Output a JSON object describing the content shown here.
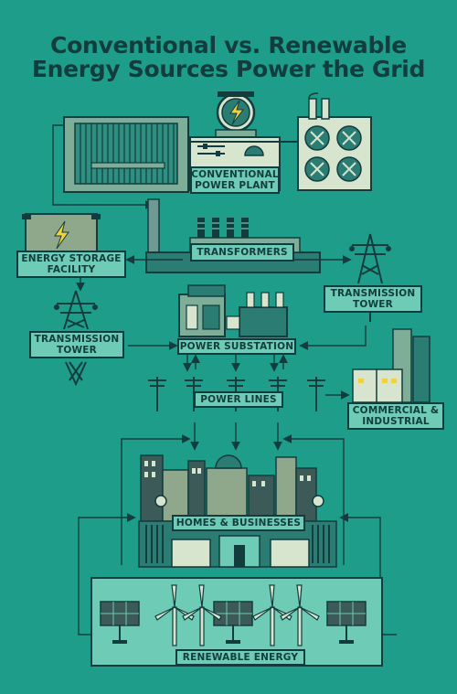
{
  "title": {
    "line1": "Conventional vs. Renewable",
    "line2": "Energy Sources Power the Grid"
  },
  "labels": {
    "conventional_plant": [
      "CONVENTIONAL",
      "POWER PLANT"
    ],
    "energy_storage": [
      "ENERGY STORAGE",
      "FACILITY"
    ],
    "transformers": "TRANSFORMERS",
    "transmission_tower_right": [
      "TRANSMISSION",
      "TOWER"
    ],
    "transmission_tower_left": [
      "TRANSMISSION",
      "TOWER"
    ],
    "power_substation": "POWER SUBSTATION",
    "power_lines": "POWER LINES",
    "commercial_industrial": [
      "COMMERCIAL &",
      "INDUSTRIAL"
    ],
    "homes_businesses": "HOMES & BUSINESSES",
    "renewable_energy": "RENEWABLE ENERGY"
  },
  "colors": {
    "background": "#1e9e8a",
    "dark_outline": "#123c3d",
    "label_fill": "#6ecbb6",
    "accent_yellow": "#f2d13a",
    "muted_green": "#8fa88c"
  }
}
